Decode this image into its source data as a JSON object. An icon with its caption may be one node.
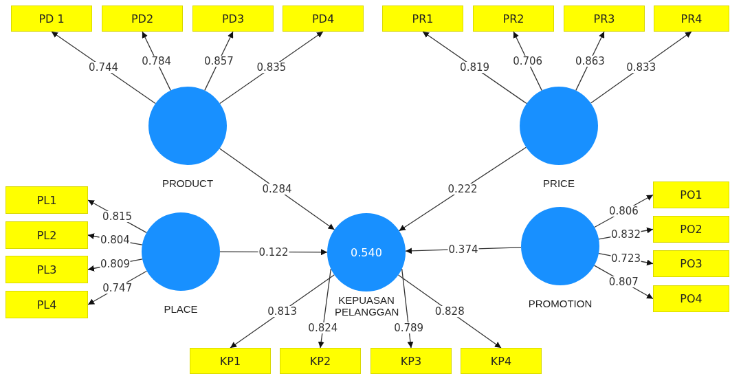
{
  "diagram": {
    "nodes": [
      {
        "text": [
          "PD 1"
        ]
      },
      {
        "text": [
          "PD2"
        ]
      },
      {
        "text": [
          "PD3"
        ]
      },
      {
        "text": [
          "PD4"
        ]
      },
      {
        "text": [
          "PR1"
        ]
      },
      {
        "text": [
          "PR2"
        ]
      },
      {
        "text": [
          "PR3"
        ]
      },
      {
        "text": [
          "PR4"
        ]
      },
      {
        "text": [],
        "shape": "circle",
        "beside": [
          "PRODUCT"
        ]
      },
      {
        "text": [],
        "shape": "circle",
        "beside": [
          "PRICE"
        ]
      },
      {
        "text": [
          "PL1"
        ]
      },
      {
        "text": [
          "PL2"
        ]
      },
      {
        "text": [
          "PL3"
        ]
      },
      {
        "text": [
          "PL4"
        ]
      },
      {
        "text": [],
        "shape": "circle",
        "beside": [
          "PLACE"
        ]
      },
      {
        "text": [
          "0.540"
        ],
        "beside": [
          "KEPUASAN PELANGGAN"
        ]
      },
      {
        "text": [],
        "shape": "circle",
        "beside": [
          "PROMOTION"
        ]
      },
      {
        "text": [
          "PO1"
        ]
      },
      {
        "text": [
          "PO2"
        ]
      },
      {
        "text": [
          "PO3"
        ]
      },
      {
        "text": [
          "PO4"
        ]
      },
      {
        "text": [
          "KP1"
        ]
      },
      {
        "text": [
          "KP2"
        ]
      },
      {
        "text": [
          "KP3"
        ]
      },
      {
        "text": [
          "KP4"
        ]
      }
    ],
    "edges": [
      {
        "from": 8,
        "to": 0,
        "arrow": "to",
        "label": "0.744"
      },
      {
        "from": 8,
        "to": 1,
        "arrow": "to",
        "label": "0.784"
      },
      {
        "from": 8,
        "to": 2,
        "arrow": "to",
        "label": "0.857"
      },
      {
        "from": 8,
        "to": 3,
        "arrow": "to",
        "label": "0.835"
      },
      {
        "from": 9,
        "to": 4,
        "arrow": "to",
        "label": "0.819"
      },
      {
        "from": 9,
        "to": 5,
        "arrow": "to",
        "label": "0.706"
      },
      {
        "from": 9,
        "to": 6,
        "arrow": "to",
        "label": "0.863"
      },
      {
        "from": 9,
        "to": 7,
        "arrow": "to",
        "label": "0.833"
      },
      {
        "from": 14,
        "to": 10,
        "arrow": "to",
        "label": "0.815"
      },
      {
        "from": 14,
        "to": 11,
        "arrow": "to",
        "label": "0.804"
      },
      {
        "from": 14,
        "to": 12,
        "arrow": "to",
        "label": "0.809"
      },
      {
        "from": 14,
        "to": 13,
        "arrow": "to",
        "label": "0.747"
      },
      {
        "from": 16,
        "to": 17,
        "arrow": "to",
        "label": "0.806"
      },
      {
        "from": 16,
        "to": 18,
        "arrow": "to",
        "label": "0.832"
      },
      {
        "from": 16,
        "to": 19,
        "arrow": "to",
        "label": "0.723"
      },
      {
        "from": 16,
        "to": 20,
        "arrow": "to",
        "label": "0.807"
      },
      {
        "from": 15,
        "to": 21,
        "arrow": "to",
        "label": "0.813"
      },
      {
        "from": 15,
        "to": 22,
        "arrow": "to",
        "label": "0.824"
      },
      {
        "from": 15,
        "to": 23,
        "arrow": "to",
        "label": "0.789"
      },
      {
        "from": 15,
        "to": 24,
        "arrow": "to",
        "label": "0.828"
      },
      {
        "from": 8,
        "to": 15,
        "arrow": "to",
        "label": "0.284"
      },
      {
        "from": 9,
        "to": 15,
        "arrow": "to",
        "label": "0.222"
      },
      {
        "from": 14,
        "to": 15,
        "arrow": "to",
        "label": "0.122"
      },
      {
        "from": 16,
        "to": 15,
        "arrow": "to",
        "label": "0.374"
      }
    ]
  }
}
